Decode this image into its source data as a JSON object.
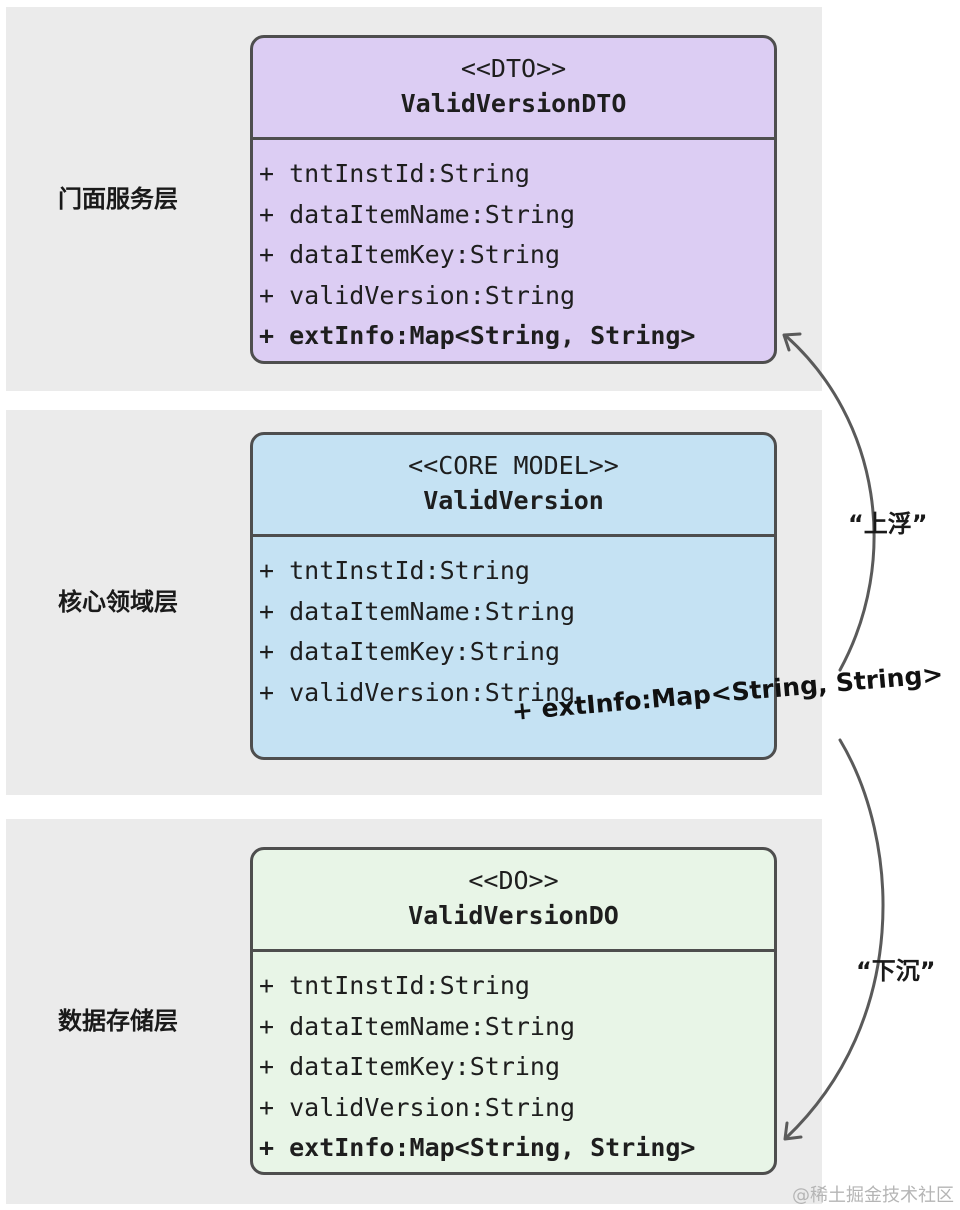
{
  "layers": [
    {
      "label": "门面服务层"
    },
    {
      "label": "核心领域层"
    },
    {
      "label": "数据存储层"
    }
  ],
  "classes": {
    "dto": {
      "stereotype": "<<DTO>>",
      "name": "ValidVersionDTO",
      "attributes": [
        "+ tntInstId:String",
        "+ dataItemName:String",
        "+ dataItemKey:String",
        "+ validVersion:String",
        "+ extInfo:Map<String, String>"
      ]
    },
    "core": {
      "stereotype": "<<CORE MODEL>>",
      "name": "ValidVersion",
      "attributes": [
        "+ tntInstId:String",
        "+ dataItemName:String",
        "+ dataItemKey:String",
        "+ validVersion:String"
      ],
      "moving_attribute": "+ extInfo:Map<String, String>"
    },
    "do": {
      "stereotype": "<<DO>>",
      "name": "ValidVersionDO",
      "attributes": [
        "+ tntInstId:String",
        "+ dataItemName:String",
        "+ dataItemKey:String",
        "+ validVersion:String",
        "+ extInfo:Map<String, String>"
      ]
    }
  },
  "arrows": {
    "up_label": "“上浮”",
    "down_label": "“下沉”"
  },
  "watermark": "@稀土掘金技术社区",
  "colors": {
    "layer_bg": "#ebebeb",
    "dto_fill": "#dccdf3",
    "core_fill": "#c5e2f3",
    "do_fill": "#e8f5e7",
    "border": "#4e4e4e",
    "arrow": "#5a5a5a"
  }
}
